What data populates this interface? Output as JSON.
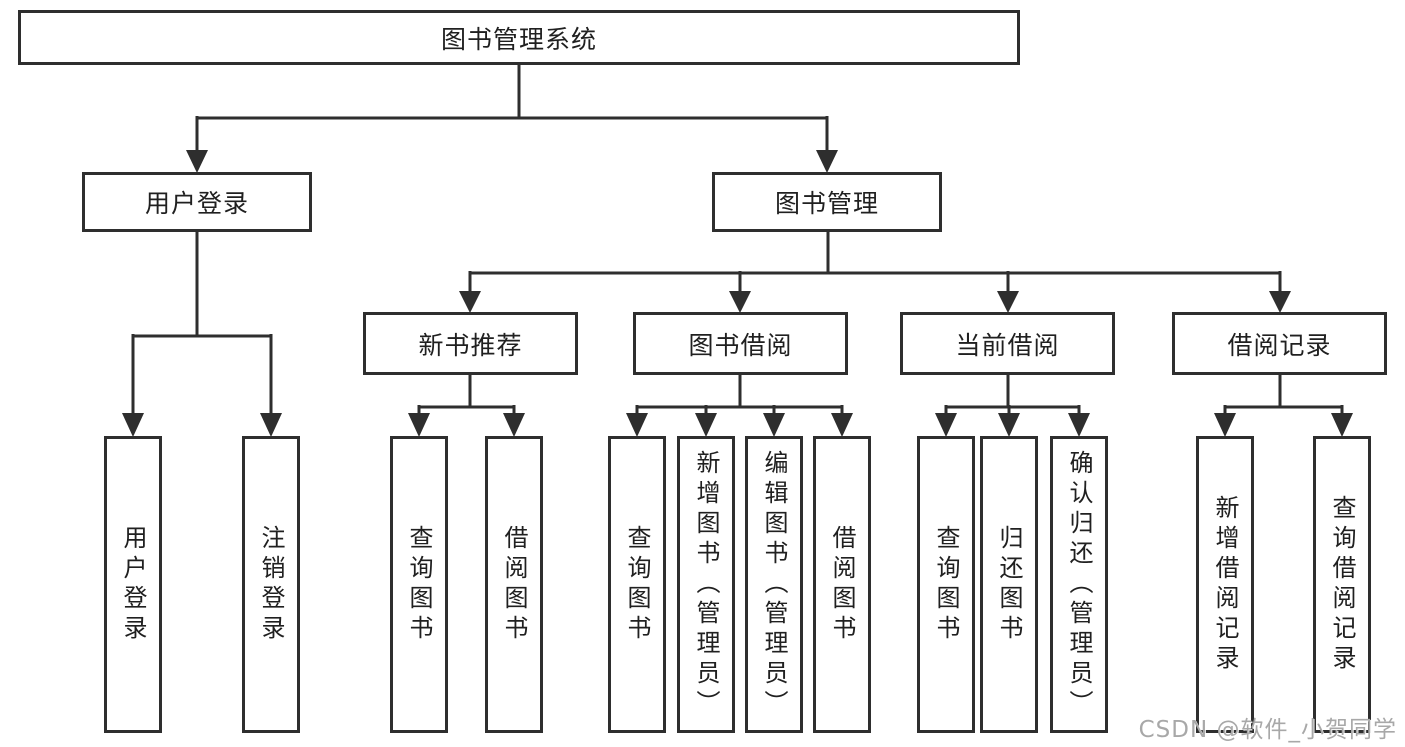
{
  "tree": {
    "root": "图书管理系统",
    "level2": {
      "user_login": "用户登录",
      "book_management": "图书管理"
    },
    "level3": {
      "new_book_recommendation": "新书推荐",
      "book_borrowing": "图书借阅",
      "current_borrowing": "当前借阅",
      "borrowing_records": "借阅记录"
    },
    "leaves": {
      "user_login": "用户登录",
      "logout": "注销登录",
      "recommend_query_books": "查询图书",
      "recommend_borrow_books": "借阅图书",
      "borrowing_query_books": "查询图书",
      "borrowing_add_books_admin": "新增图书（管理员）",
      "borrowing_edit_books_admin": "编辑图书（管理员）",
      "borrowing_borrow_books": "借阅图书",
      "current_query_books": "查询图书",
      "current_return_books": "归还图书",
      "current_confirm_return_admin": "确认归还（管理员）",
      "records_add_record": "新增借阅记录",
      "records_query_record": "查询借阅记录"
    }
  },
  "watermark": "CSDN @软件_小贺同学",
  "colors": {
    "line": "#2e2e2e",
    "text": "#202020",
    "watermark": "#a8a8a8",
    "background": "#ffffff"
  }
}
